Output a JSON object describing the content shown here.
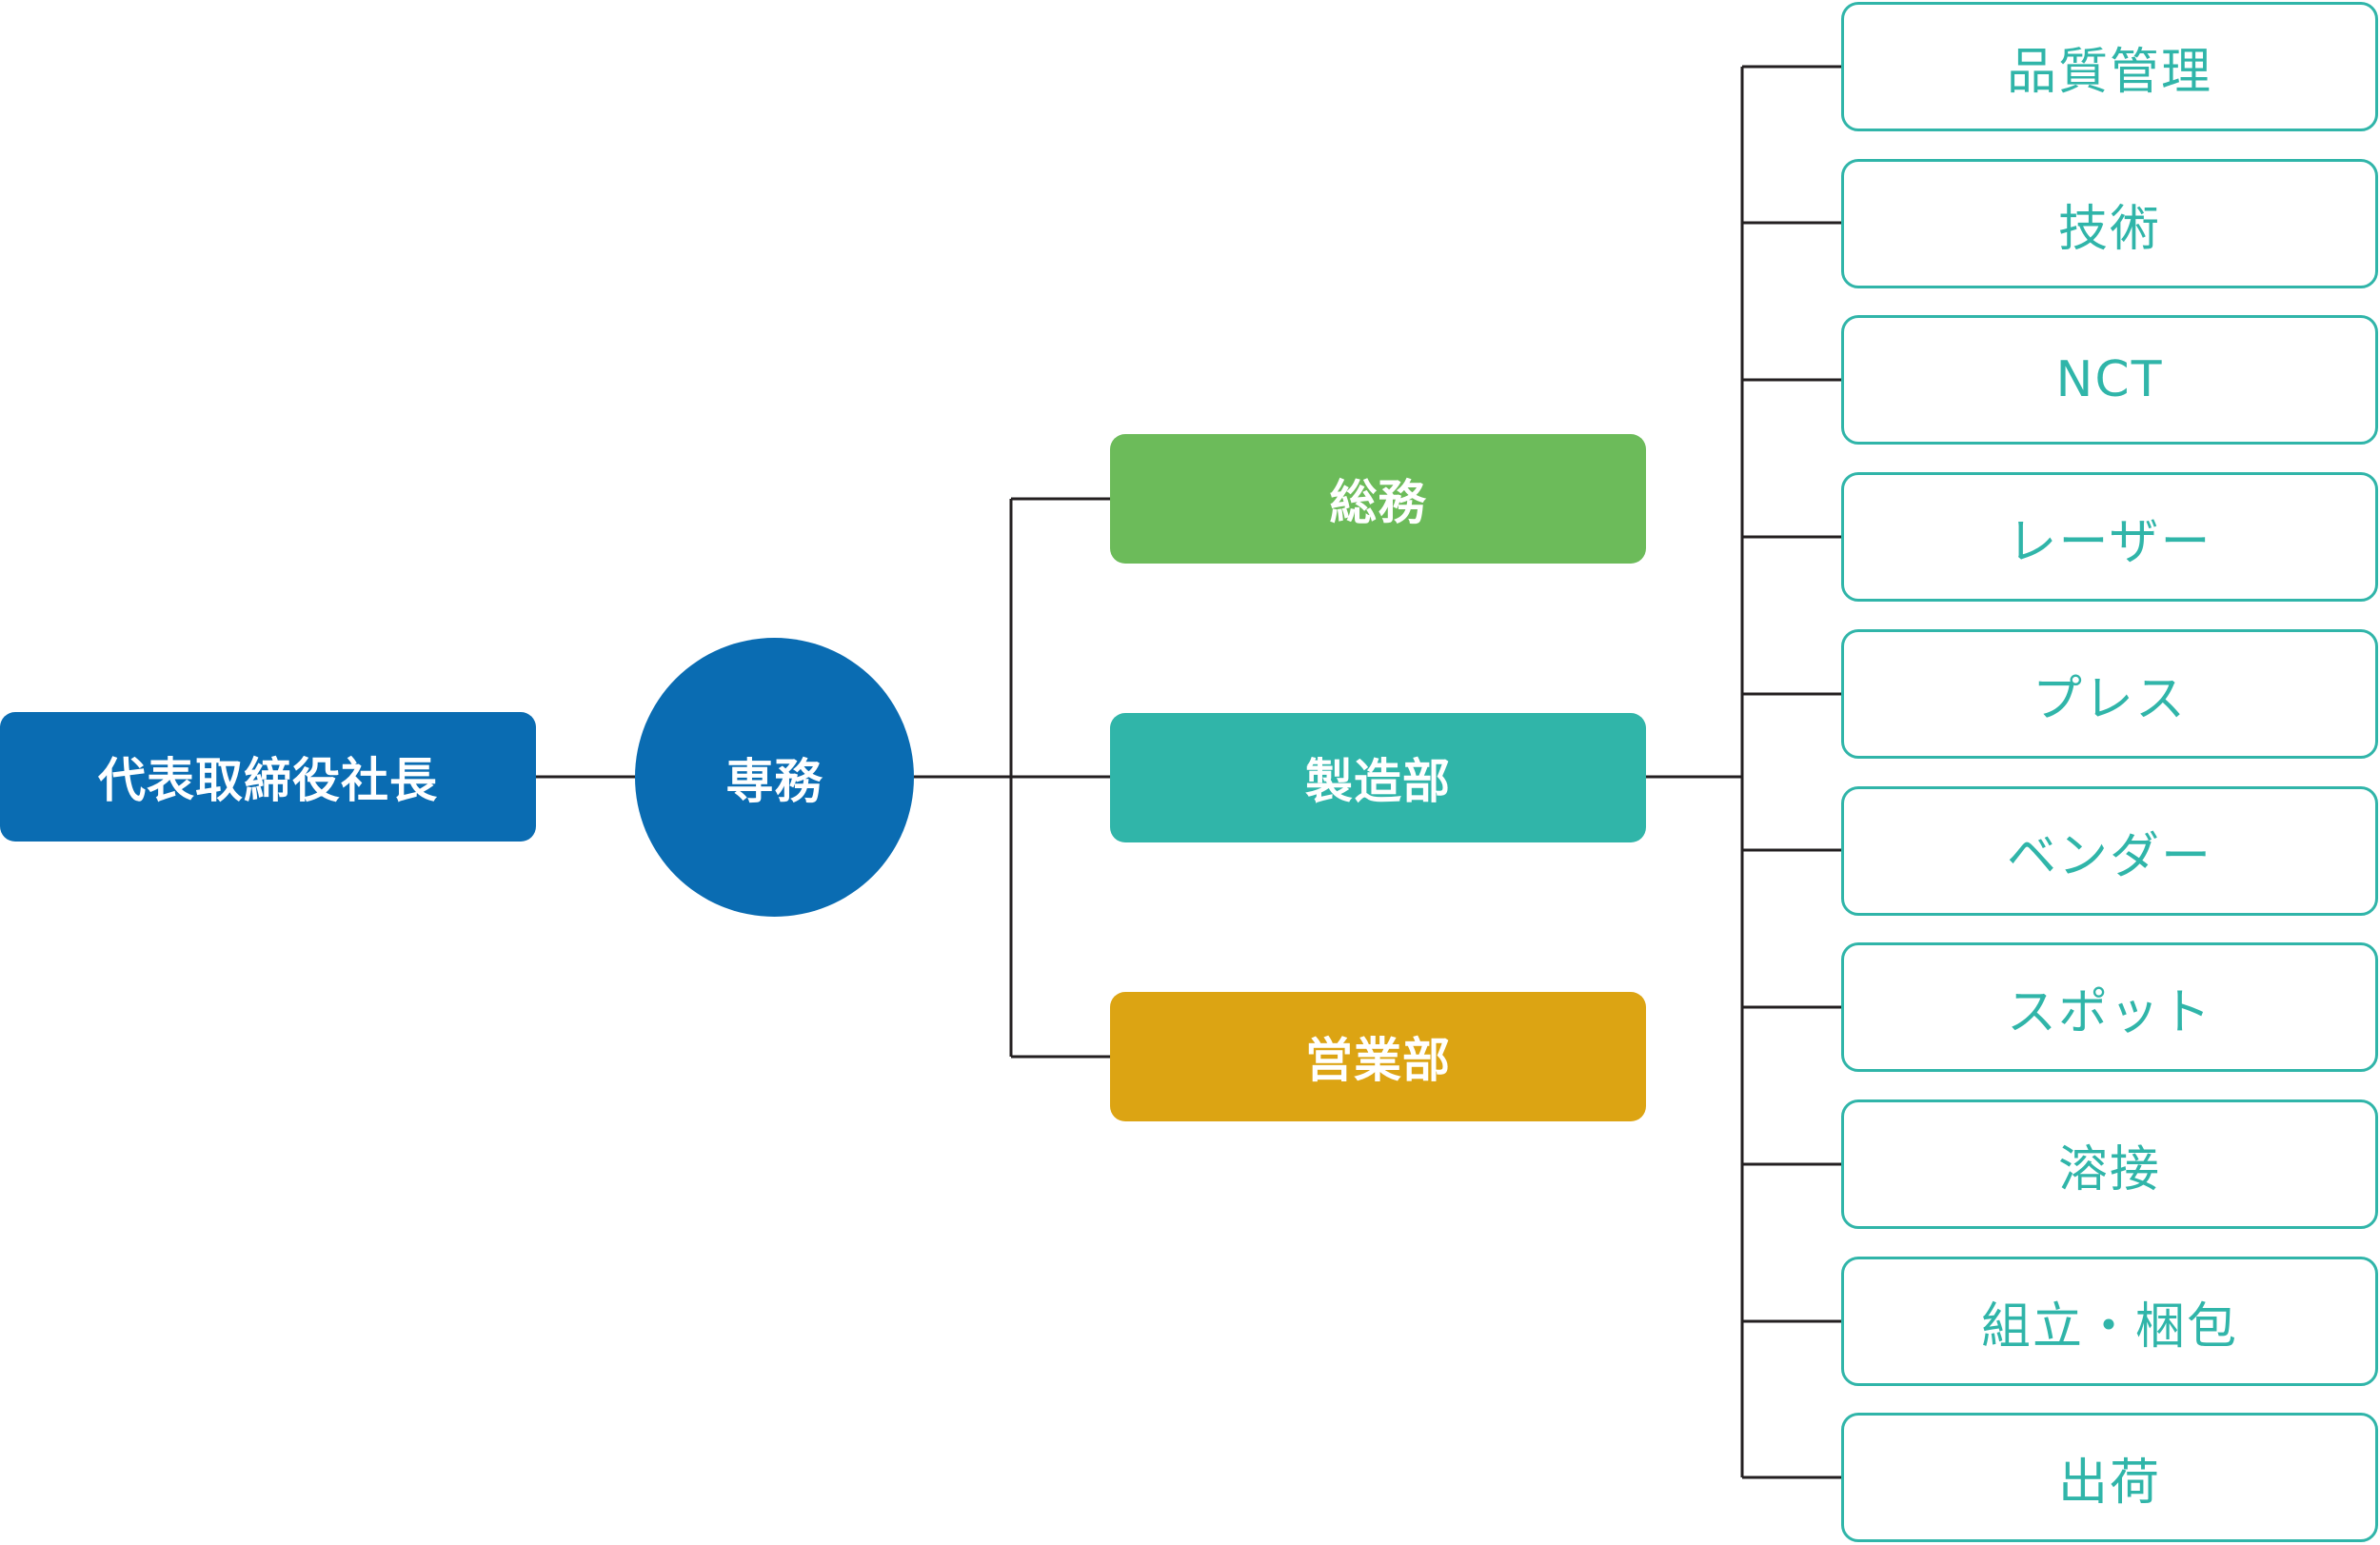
{
  "colors": {
    "executive": "#0a6cb2",
    "general_affairs": "#6cbb5a",
    "manufacturing": "#30b5a9",
    "sales": "#dca413",
    "section_border": "#30b5a9",
    "connector": "#231f20"
  },
  "ceo": {
    "label": "代表取締役社長"
  },
  "senmu": {
    "label": "専務"
  },
  "departments": [
    {
      "label": "総務"
    },
    {
      "label": "製造部"
    },
    {
      "label": "営業部"
    }
  ],
  "sections": [
    {
      "label": "品質管理"
    },
    {
      "label": "技術"
    },
    {
      "label": "NCT"
    },
    {
      "label": "レーザー"
    },
    {
      "label": "プレス"
    },
    {
      "label": "ベンダー"
    },
    {
      "label": "スポット"
    },
    {
      "label": "溶接"
    },
    {
      "label": "組立・梱包"
    },
    {
      "label": "出荷"
    }
  ]
}
